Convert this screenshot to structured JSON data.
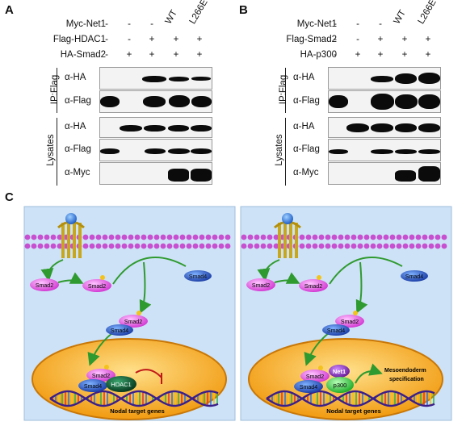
{
  "panelA": {
    "letter": "A",
    "rows": [
      {
        "label": "Myc-Net1",
        "signs": [
          "-",
          "-",
          "-",
          "",
          ""
        ]
      },
      {
        "label": "Flag-HDAC1",
        "signs": [
          "-",
          "-",
          "+",
          "+",
          "+"
        ]
      },
      {
        "label": "HA-Smad2",
        "signs": [
          "-",
          "+",
          "+",
          "+",
          "+"
        ]
      }
    ],
    "col_headers": [
      "WT",
      "L266E"
    ],
    "ip_label": "IP:Flag",
    "lysate_label": "Lysates",
    "blots": [
      "α-HA",
      "α-Flag",
      "α-HA",
      "α-Flag",
      "α-Myc"
    ]
  },
  "panelB": {
    "letter": "B",
    "rows": [
      {
        "label": "Myc-Net1",
        "signs": [
          "-",
          "-",
          "-",
          "",
          ""
        ]
      },
      {
        "label": "Flag-Smad2",
        "signs": [
          "-",
          "-",
          "+",
          "+",
          "+"
        ]
      },
      {
        "label": "HA-p300",
        "signs": [
          "-",
          "+",
          "+",
          "+",
          "+"
        ]
      }
    ],
    "col_headers": [
      "WT",
      "L266E"
    ],
    "ip_label": "IP:Flag",
    "lysate_label": "Lysates",
    "blots": [
      "α-HA",
      "α-Flag",
      "α-HA",
      "α-Flag",
      "α-Myc"
    ]
  },
  "panelC": {
    "letter": "C",
    "left": {
      "smad2_a": "Smad2",
      "smad2_b": "Smad2",
      "smad4": "Smad4",
      "complex_smad2": "Smad2",
      "complex_smad4": "Smad4",
      "nuc_smad2": "Smad2",
      "nuc_smad4": "Smad4",
      "hdac1": "HDAC1",
      "genes": "Nodal target genes",
      "p": "P"
    },
    "right": {
      "smad2_a": "Smad2",
      "smad2_b": "Smad2",
      "smad4": "Smad4",
      "complex_smad2": "Smad2",
      "complex_smad4": "Smad4",
      "nuc_smad2": "Smad2",
      "nuc_smad4": "Smad4",
      "net1": "Net1",
      "p300": "p300",
      "meso1": "Mesoendoderm",
      "meso2": "specification",
      "genes": "Nodal target genes",
      "p": "P"
    }
  },
  "colors": {
    "cytoplasm": "#c9dff5",
    "nucleus": "#f6b333",
    "membrane": "#c74fd0",
    "smad2": "#e060e0",
    "smad4": "#2f62c8",
    "hdac1": "#0f6b42",
    "p300": "#22c833",
    "net1": "#8a2dbf"
  }
}
